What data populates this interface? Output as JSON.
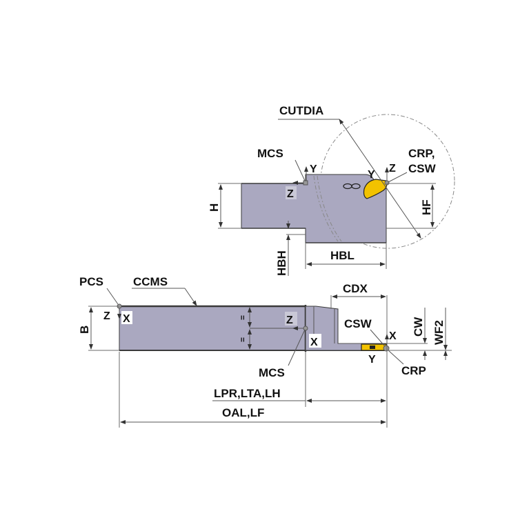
{
  "diagram": {
    "type": "cutting-tool-dimension-drawing",
    "colors": {
      "tool_body": "#aaa8c0",
      "insert": "#f2c200",
      "outline": "#3a3a3a",
      "dimension_line": "#555555"
    },
    "top_view": {
      "labels": {
        "cutdia": "CUTDIA",
        "mcs": "MCS",
        "crp_csw_line1": "CRP,",
        "crp_csw_line2": "CSW",
        "h": "H",
        "hf": "HF",
        "hbh": "HBH",
        "hbl": "HBL"
      },
      "axes": {
        "mcs_y": "Y",
        "mcs_z": "Z",
        "crp_y": "Y",
        "crp_z": "Z"
      }
    },
    "side_view": {
      "labels": {
        "pcs": "PCS",
        "ccms": "CCMS",
        "b": "B",
        "cdx": "CDX",
        "csw": "CSW",
        "cw": "CW",
        "wf2": "WF2",
        "mcs": "MCS",
        "crp": "CRP",
        "lpr_lta_lh": "LPR,LTA,LH",
        "oal_lf": "OAL,LF",
        "equal_mark": "="
      },
      "axes": {
        "pcs_z": "Z",
        "pcs_x": "X",
        "mcs_z": "Z",
        "mcs_x": "X",
        "crp_x": "X",
        "crp_y": "Y"
      }
    }
  }
}
